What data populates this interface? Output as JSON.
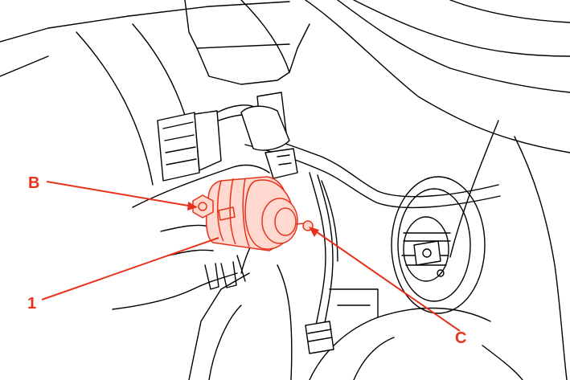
{
  "callouts": {
    "b": "B",
    "one": "1",
    "c": "C"
  },
  "colors": {
    "highlight": "#e8331c",
    "line": "#000000",
    "background": "#ffffff"
  }
}
